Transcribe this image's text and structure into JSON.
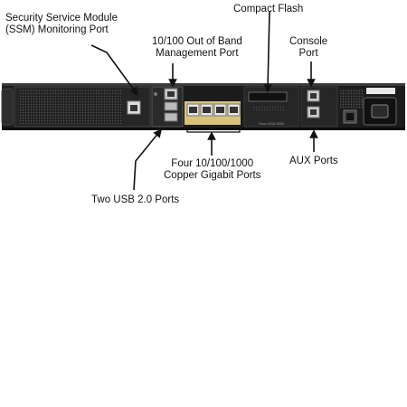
{
  "labels": {
    "ssm": {
      "line1": "Security Service Module",
      "line2": "(SSM) Monitoring Port"
    },
    "compact_flash": "Compact Flash",
    "oob": {
      "line1": "10/100 Out of Band",
      "line2": "Management Port"
    },
    "console": {
      "line1": "Console",
      "line2": "Port"
    },
    "gigabit": {
      "line1": "Four 10/100/1000",
      "line2": "Copper Gigabit Ports"
    },
    "aux": "AUX Ports",
    "usb": "Two USB 2.0 Ports"
  },
  "device": {
    "model_text": "Cisco ASA 5500",
    "chassis_color": "#1c1c1c",
    "port_highlight_color": "#d8c27a"
  }
}
